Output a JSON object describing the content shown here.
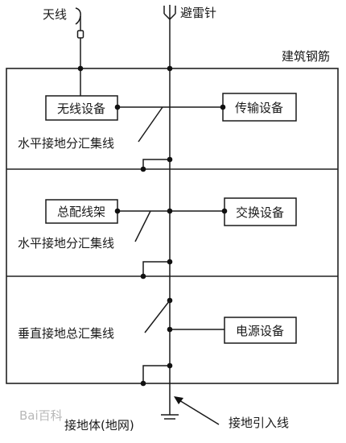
{
  "labels": {
    "antenna": "天线",
    "lightning_rod": "避雷针",
    "building_steel": "建筑钢筋",
    "horizontal_bus": "水平接地分汇集线",
    "vertical_bus": "垂直接地总汇集线",
    "ground_body": "接地体(地网)",
    "ground_lead": "接地引入线"
  },
  "boxes": {
    "wireless_equipment": "无线设备",
    "transmission_equipment": "传输设备",
    "main_distribution_frame": "总配线架",
    "switching_equipment": "交换设备",
    "power_equipment": "电源设备"
  },
  "watermark": "Bai百科"
}
